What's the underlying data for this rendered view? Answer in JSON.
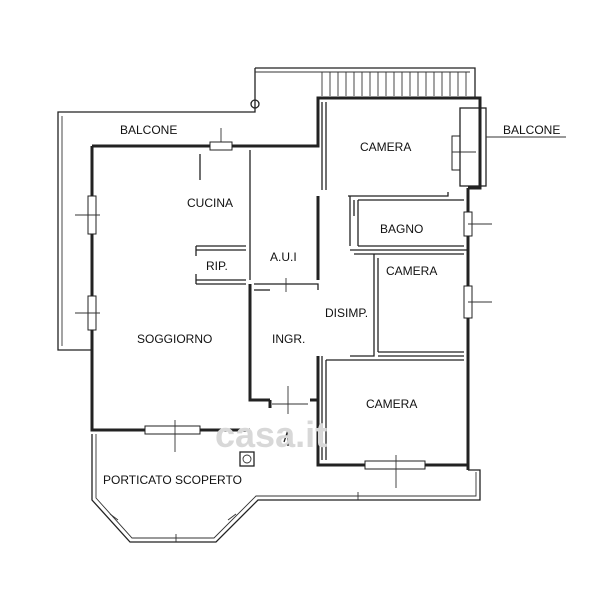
{
  "rooms": {
    "balcone_left": "BALCONE",
    "balcone_right": "BALCONE",
    "cucina": "CUCINA",
    "rip": "RIP.",
    "aui": "A.U.I",
    "camera_1": "CAMERA",
    "bagno": "BAGNO",
    "camera_2": "CAMERA",
    "disimp": "DISIMP.",
    "soggiorno": "SOGGIORNO",
    "ingr": "INGR.",
    "camera_3": "CAMERA",
    "porticato": "PORTICATO SCOPERTO"
  },
  "watermark": "casa.it"
}
